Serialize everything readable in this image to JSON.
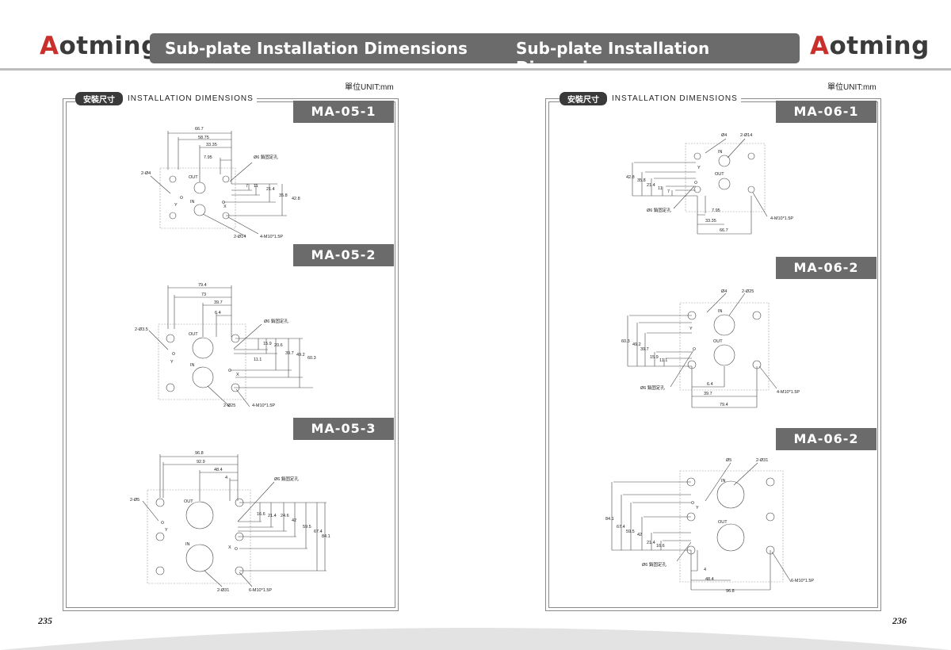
{
  "brand": {
    "name_prefix": "A",
    "name_rest": "otming"
  },
  "header": {
    "title_left": "Sub-plate Installation Dimensions",
    "title_right": "Sub-plate Installation Dimensions"
  },
  "unit_label": "單位UNIT:mm",
  "section": {
    "tag": "安裝尺寸",
    "label": "INSTALLATION DIMENSIONS"
  },
  "page_left": "235",
  "page_right": "236",
  "colors": {
    "bar": "#6b6b6b",
    "line": "#bdbdbd",
    "accent": "#c9302c"
  },
  "left_models": [
    {
      "code": "MA-05-1",
      "dims_h": [
        "66.7",
        "58.75",
        "33.35",
        "7.95"
      ],
      "dims_v": [
        "7",
        "11",
        "21.4",
        "35.8",
        "42.8"
      ],
      "labels": {
        "holes": "2-Ø4",
        "ports": "2-Ø14",
        "bolts": "4-M10*1.5P",
        "pin": "Ø6 銷固定孔",
        "out": "OUT",
        "in": "IN",
        "y": "Y",
        "x": "X"
      }
    },
    {
      "code": "MA-05-2",
      "dims_h": [
        "79.4",
        "73",
        "39.7",
        "6.4"
      ],
      "dims_v": [
        "11.1",
        "15.9",
        "20.6",
        "39.7",
        "49.2",
        "60.3"
      ],
      "labels": {
        "holes": "2-Ø3.5",
        "ports": "2-Ø25",
        "bolts": "4-M10*1.5P",
        "pin": "Ø6 銷固定孔",
        "out": "OUT",
        "in": "IN",
        "y": "Y",
        "x": "X"
      }
    },
    {
      "code": "MA-05-3",
      "dims_h": [
        "96.8",
        "92.9",
        "48.4",
        "4"
      ],
      "dims_v": [
        "16.6",
        "21.4",
        "24.6",
        "42",
        "59.5",
        "67.4",
        "84.1"
      ],
      "labels": {
        "holes": "2-Ø5",
        "ports": "2-Ø31",
        "bolts": "6-M10*1.5P",
        "pin": "Ø6 銷固定孔",
        "out": "OUT",
        "in": "IN",
        "y": "Y",
        "x": "X"
      }
    }
  ],
  "right_models": [
    {
      "code": "MA-06-1",
      "dims_h": [
        "7.95",
        "33.35",
        "66.7"
      ],
      "dims_v": [
        "42.8",
        "35.8",
        "21.4",
        "11",
        "7"
      ],
      "labels": {
        "hole": "Ø4",
        "ports": "2-Ø14",
        "bolts": "4-M10*1.5P",
        "pin": "Ø6 銷固定孔",
        "out": "OUT",
        "in": "IN",
        "y": "Y"
      }
    },
    {
      "code": "MA-06-2",
      "dims_h": [
        "6.4",
        "39.7",
        "79.4"
      ],
      "dims_v": [
        "60.3",
        "49.2",
        "39.7",
        "15.9",
        "11.1"
      ],
      "labels": {
        "hole": "Ø4",
        "ports": "2-Ø25",
        "bolts": "4-M10*1.5P",
        "pin": "Ø6 銷固定孔",
        "out": "OUT",
        "in": "IN",
        "y": "Y"
      }
    },
    {
      "code": "MA-06-2",
      "dims_h": [
        "4",
        "48.4",
        "96.8"
      ],
      "dims_v": [
        "84.1",
        "67.4",
        "59.5",
        "42",
        "21.4",
        "16.6"
      ],
      "labels": {
        "hole": "Ø5",
        "ports": "2-Ø31",
        "bolts": "6-M10*1.5P",
        "pin": "Ø6 銷固定孔",
        "out": "OUT",
        "in": "IN",
        "y": "Y"
      }
    }
  ]
}
